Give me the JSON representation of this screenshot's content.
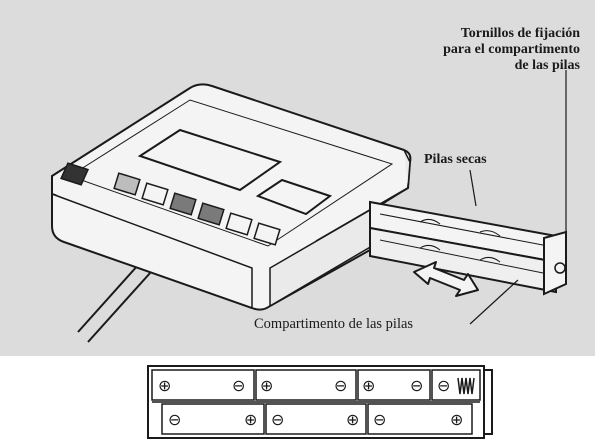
{
  "labels": {
    "screws_line1": "Tornillos de fijación",
    "screws_line2": "para el compartimento",
    "screws_line3": "de las pilas",
    "dry_batteries": "Pilas secas",
    "compartment": "Compartimento de las pilas"
  },
  "battery_tray": {
    "top_row": [
      "⊕",
      "⊖",
      "⊕",
      "⊖",
      "⊕",
      "⊖",
      "⊖"
    ],
    "bottom_row": [
      "⊖",
      "⊕",
      "⊖",
      "⊕",
      "⊖",
      "⊕"
    ]
  },
  "colors": {
    "panel_background": "#dcdcdc",
    "device_body": "#f4f4f4",
    "outline": "#1a1a1a"
  }
}
